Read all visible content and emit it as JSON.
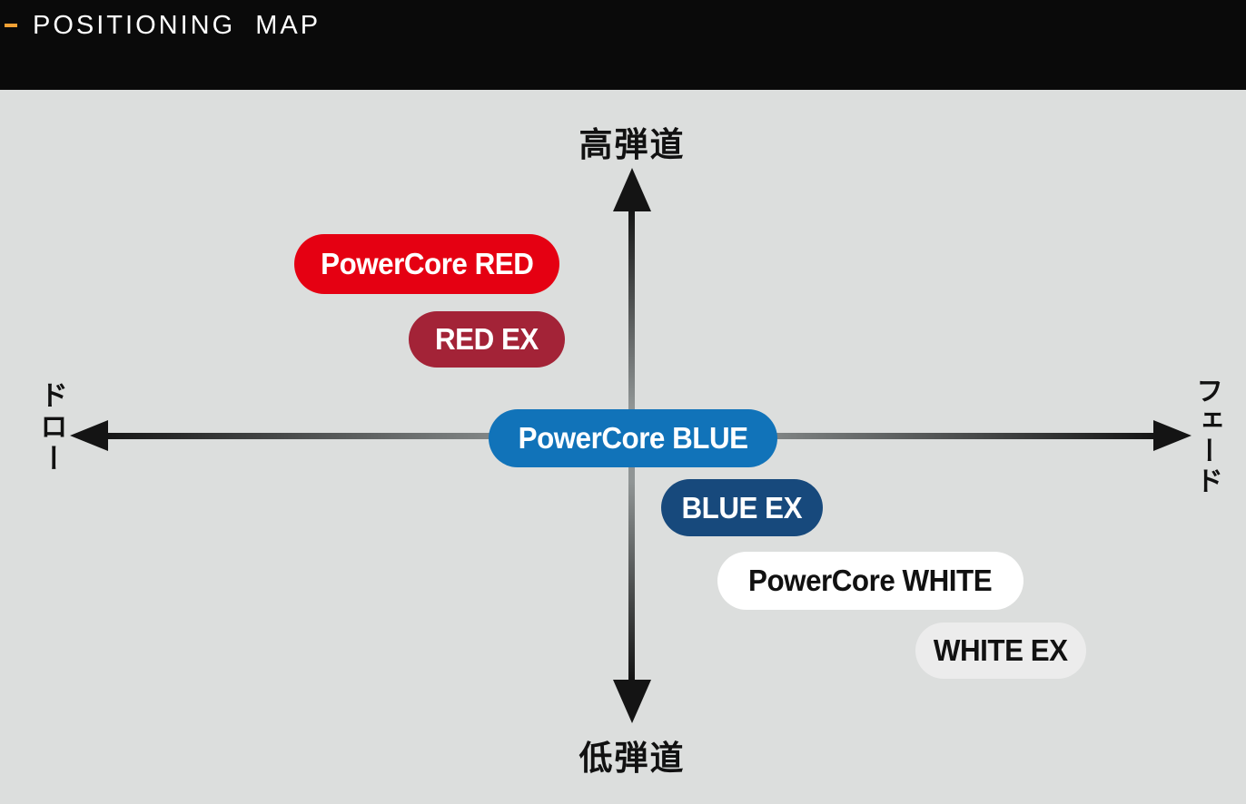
{
  "header": {
    "title": "POSITIONING  MAP",
    "accent_dash_color": "#f2a134",
    "bg_color": "#0a0a0a",
    "text_color": "#ffffff"
  },
  "canvas": {
    "bg_color": "#dcdedd",
    "axis_line_dark": "#141414",
    "axis_line_light": "#909595"
  },
  "axes": {
    "top": "高弾道",
    "bottom": "低弾道",
    "left": "ドロー",
    "right": "フェード"
  },
  "products": [
    {
      "label": "PowerCore RED",
      "bg": "#e50012",
      "fg": "#ffffff"
    },
    {
      "label": "RED EX",
      "bg": "#a32337",
      "fg": "#ffffff"
    },
    {
      "label": "PowerCore BLUE",
      "bg": "#1173b9",
      "fg": "#ffffff"
    },
    {
      "label": "BLUE EX",
      "bg": "#17497c",
      "fg": "#ffffff"
    },
    {
      "label": "PowerCore WHITE",
      "bg": "#ffffff",
      "fg": "#111111"
    },
    {
      "label": "WHITE EX",
      "bg": "#ececec",
      "fg": "#111111"
    }
  ],
  "chart_data": {
    "type": "scatter",
    "title": "POSITIONING MAP",
    "x_axis": {
      "left_label": "ドロー",
      "right_label": "フェード",
      "range": [
        -1,
        1
      ]
    },
    "y_axis": {
      "top_label": "高弾道",
      "bottom_label": "低弾道",
      "range": [
        -1,
        1
      ]
    },
    "grid": false,
    "points": [
      {
        "name": "PowerCore RED",
        "x": -0.37,
        "y": 0.63
      },
      {
        "name": "RED EX",
        "x": -0.26,
        "y": 0.35
      },
      {
        "name": "PowerCore BLUE",
        "x": 0.0,
        "y": 0.0
      },
      {
        "name": "BLUE EX",
        "x": 0.2,
        "y": -0.26
      },
      {
        "name": "PowerCore WHITE",
        "x": 0.42,
        "y": -0.52
      },
      {
        "name": "WHITE EX",
        "x": 0.66,
        "y": -0.77
      }
    ]
  }
}
